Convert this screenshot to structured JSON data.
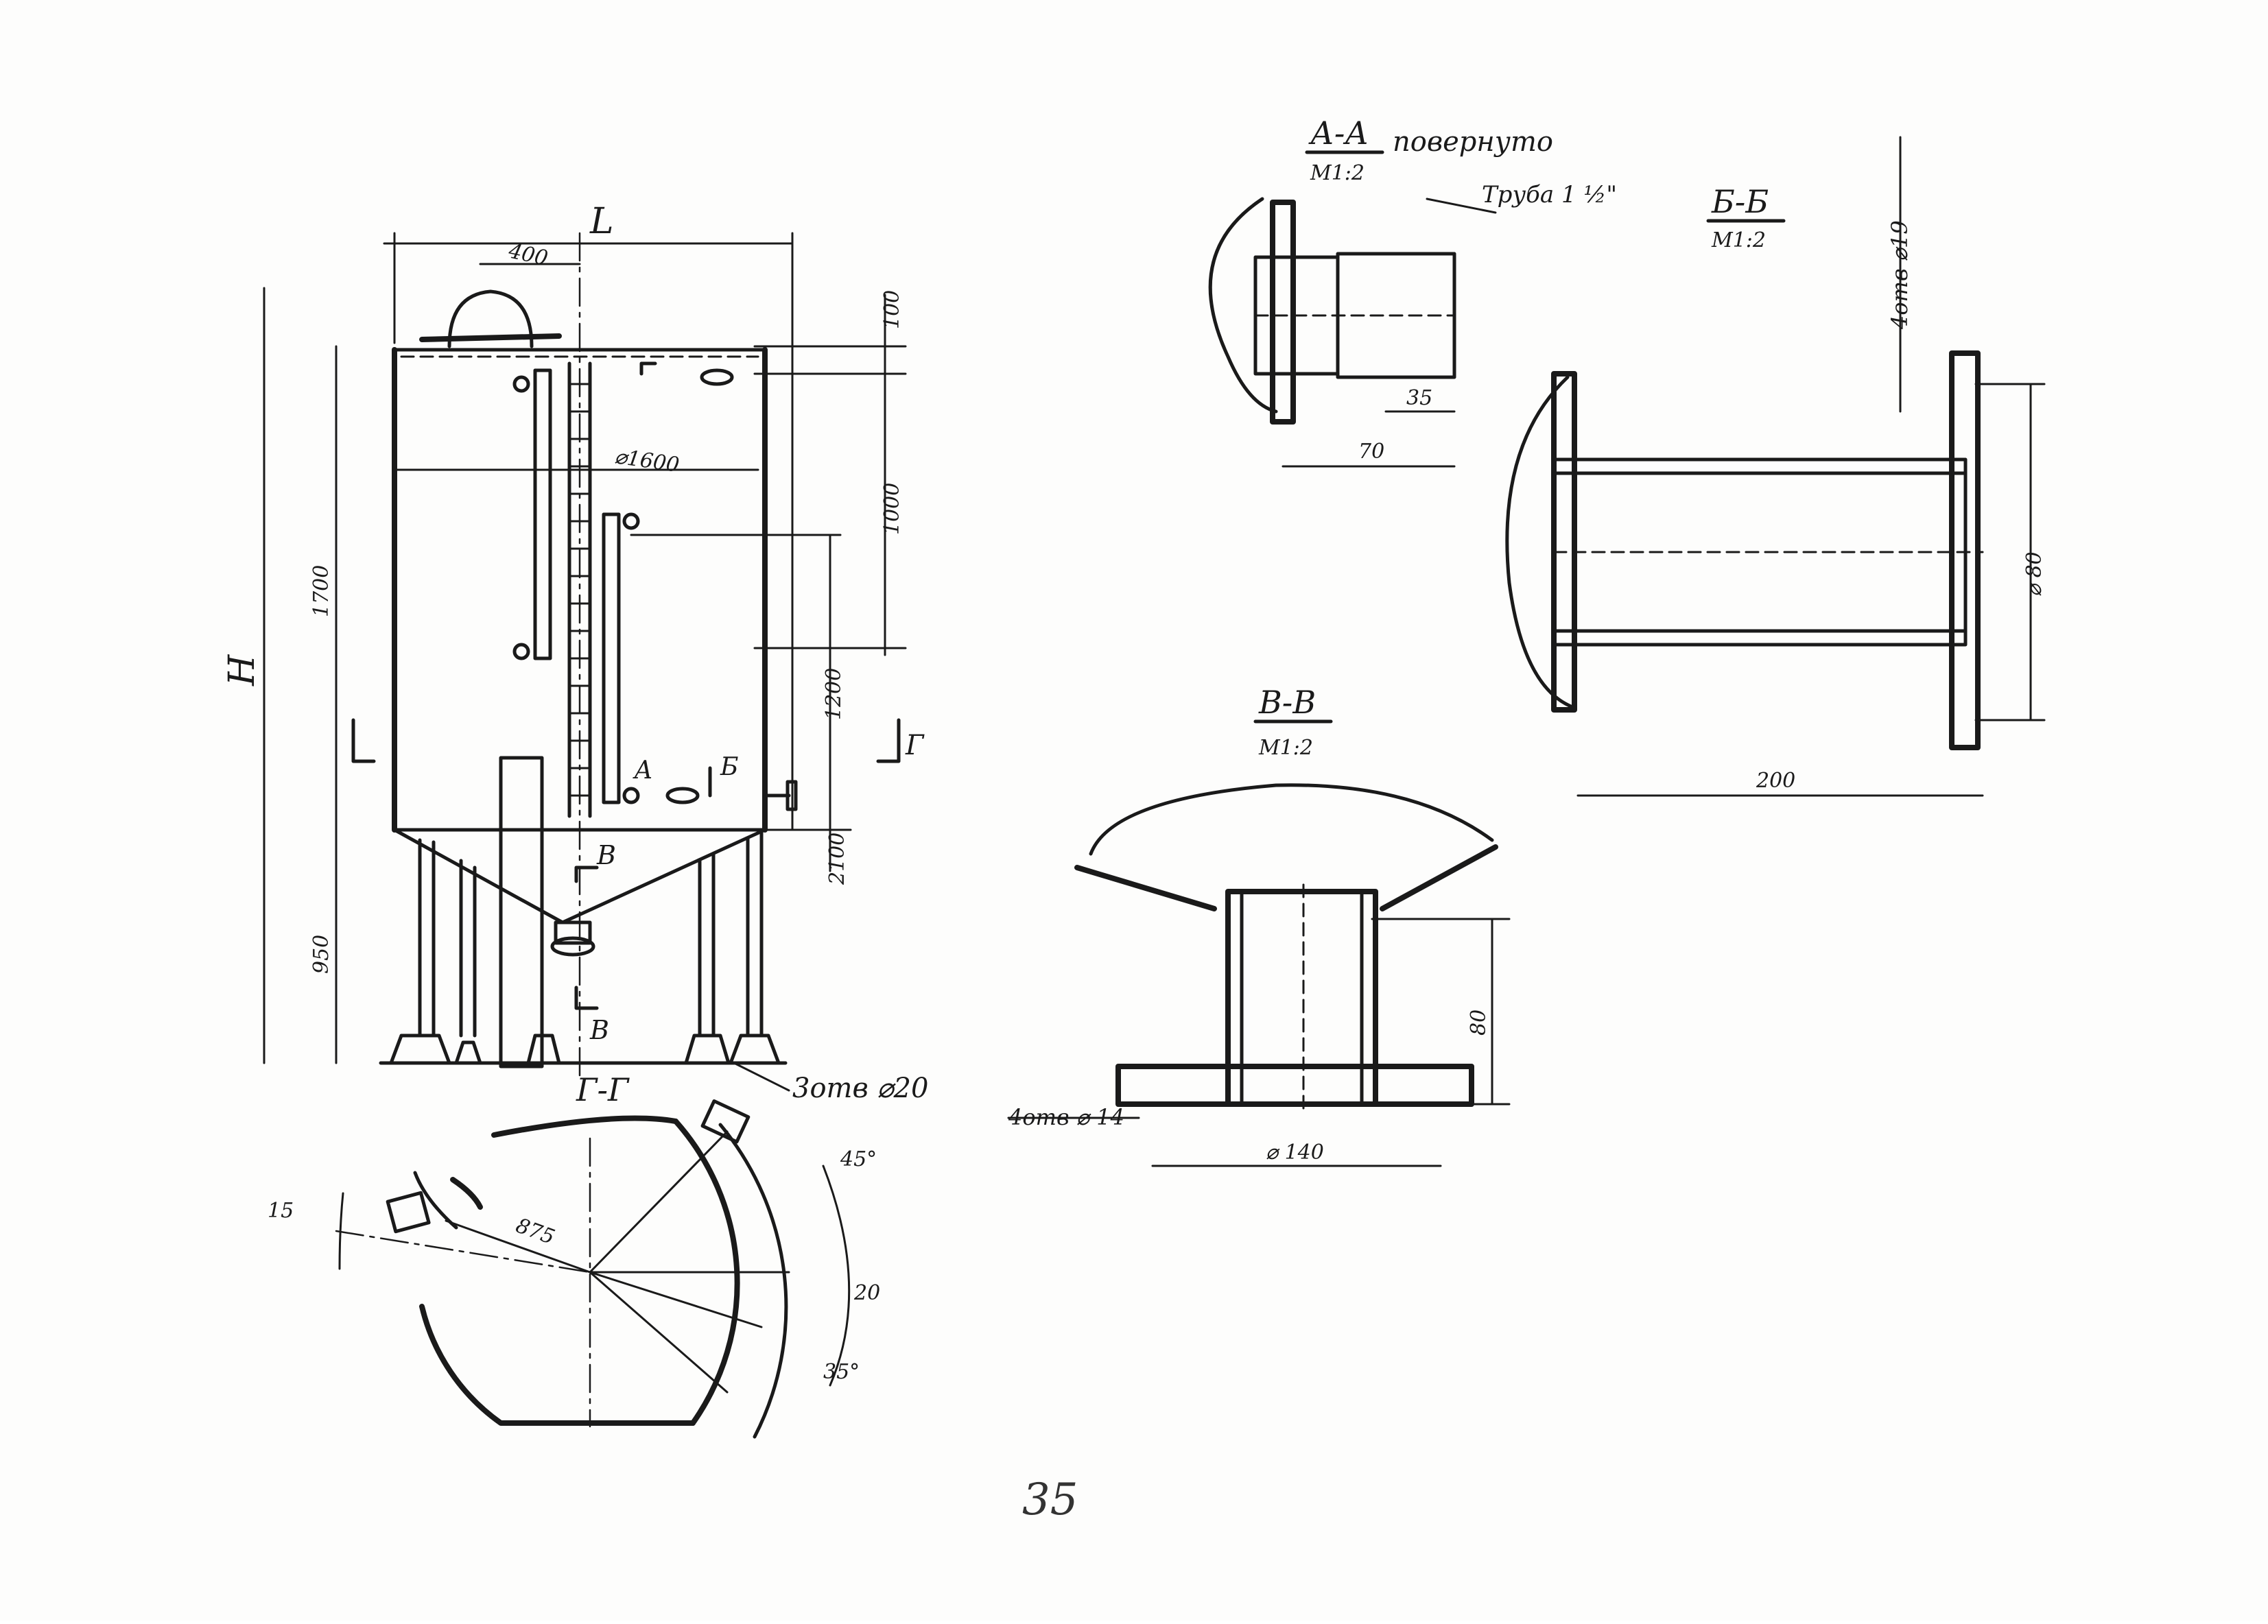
{
  "page_number": "35",
  "main_view": {
    "dim_L": "L",
    "dim_H": "H",
    "dim_400": "400",
    "dim_100": "100",
    "dim_1000": "1000",
    "dim_1200": "1200",
    "dim_2100": "2100",
    "dim_d1600": "⌀1600",
    "dim_1700": "1700",
    "dim_950": "950",
    "label_A": "A",
    "label_B": "Б",
    "label_V_top": "В",
    "label_V_bottom": "В",
    "label_G": "Г",
    "leg_holes": "3отв ⌀20"
  },
  "section_gg": {
    "caption": "Г-Г",
    "dim_15": "15",
    "dim_875": "875",
    "dim_45": "45°",
    "dim_20": "20",
    "dim_35": "35°"
  },
  "section_aa": {
    "caption": "А-А",
    "note": "повернуто",
    "scale": "М1:2",
    "pipe": "Труба 1 ½\"",
    "dim_35": "35",
    "dim_70": "70"
  },
  "section_bb": {
    "caption": "Б-Б",
    "scale": "М1:2",
    "holes": "4отв ⌀19",
    "dim_diam": "⌀ 80",
    "dim_200": "200"
  },
  "section_vv": {
    "caption": "В-В",
    "scale": "М1:2",
    "dim_80": "80",
    "dim_140": "⌀ 140",
    "holes": "4отв ⌀ 14"
  }
}
